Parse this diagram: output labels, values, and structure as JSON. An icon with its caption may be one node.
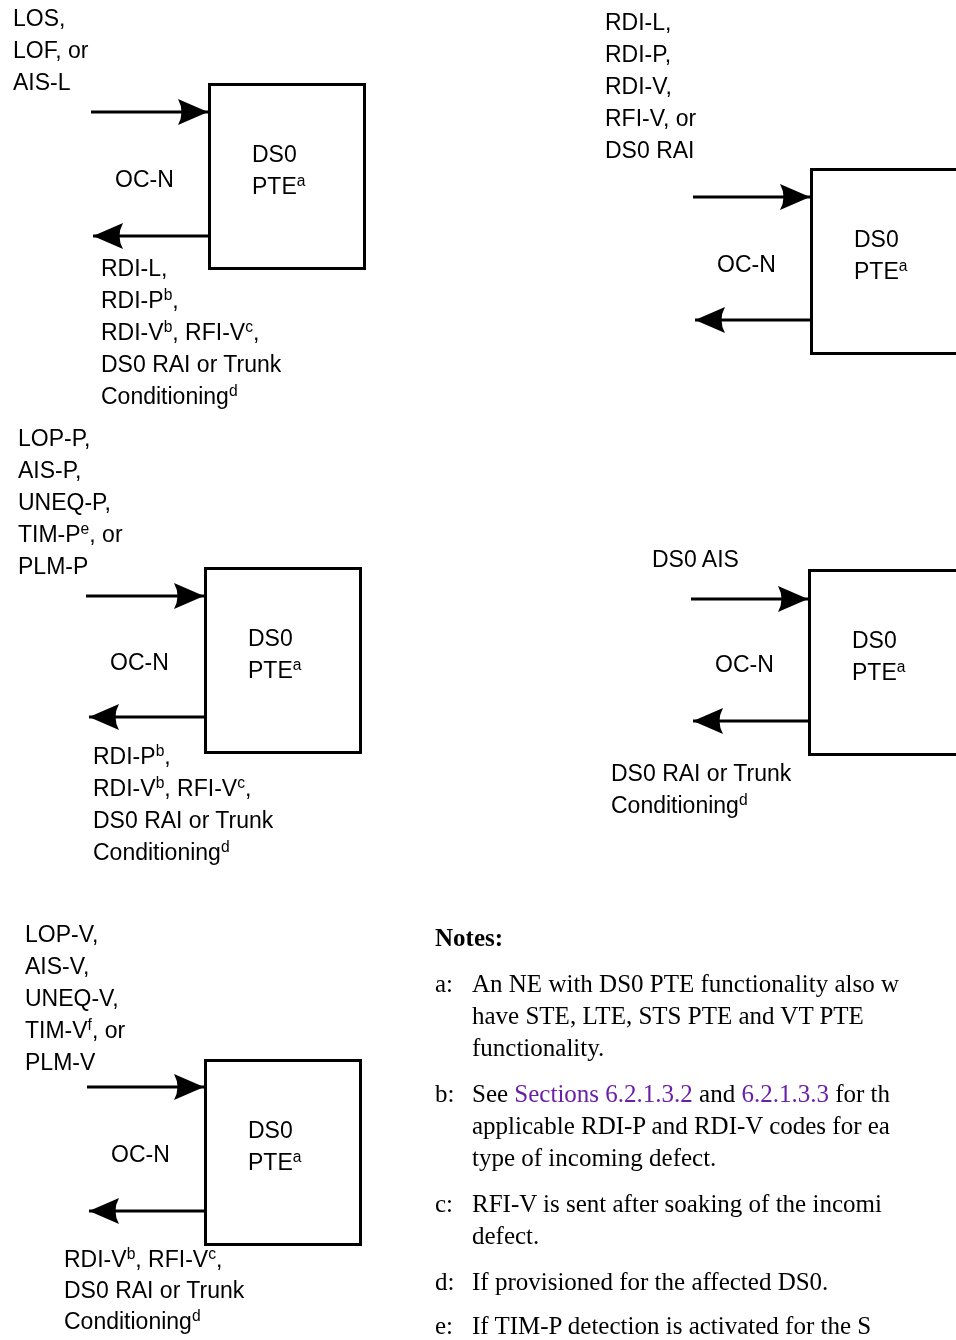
{
  "diagram": {
    "nodes": [
      {
        "text": [
          "DS0 PTE$^{a}$"
        ]
      },
      {
        "text": [
          "DS0 PTE$^{a}$"
        ]
      },
      {
        "text": [
          "DS0 PTE$^{a}$"
        ]
      },
      {
        "text": [
          "DS0 PTE$^{a}$"
        ]
      },
      {
        "text": [
          "DS0 PTE$^{a}$"
        ]
      }
    ],
    "edges": [
      {
        "from": null,
        "to": 0,
        "arrow": "to"
      },
      {
        "from": 0,
        "to": null,
        "arrow": "to"
      },
      {
        "from": null,
        "to": 1,
        "arrow": "to"
      },
      {
        "from": 1,
        "to": null,
        "arrow": "to"
      },
      {
        "from": null,
        "to": 2,
        "arrow": "to"
      },
      {
        "from": 2,
        "to": null,
        "arrow": "to"
      },
      {
        "from": null,
        "to": 3,
        "arrow": "to"
      },
      {
        "from": 3,
        "to": null,
        "arrow": "to"
      },
      {
        "from": null,
        "to": 4,
        "arrow": "to"
      },
      {
        "from": 4,
        "to": null,
        "arrow": "to"
      }
    ],
    "labels": [
      "LOS, LOF, or AIS-L",
      "OC-N",
      "RDI-L, RDI-P$^{b}$, RDI-V$^{b}$, RFI-V$^{c}$, DS0 RAI or Trunk Conditioning$^{d}$",
      "RDI-L, RDI-P, RDI-V, RFI-V, or DS0 RAI",
      "OC-N",
      "LOP-P, AIS-P, UNEQ-P, TIM-P$^{e}$, or PLM-P",
      "OC-N",
      "RDI-P$^{b}$, RDI-V$^{b}$, RFI-V$^{c}$, DS0 RAI or Trunk Conditioning$^{d}$",
      "DS0 AIS",
      "OC-N",
      "DS0 RAI or Trunk Conditioning$^{d}$",
      "LOP-V, AIS-V, UNEQ-V, TIM-V$^{f}$, or PLM-V",
      "OC-N",
      "RDI-V$^{b}$, RFI-V$^{c}$, DS0 RAI or Trunk Conditioning$^{d}$",
      "Notes:",
      "a:",
      "An NE with DS0 PTE functionality also w have STE, LTE, STS PTE and VT PTE functionality.",
      "b:",
      "See *Sections 6.2.1.3.2* and *6.2.1.3.3* for th applicable RDI-P and RDI-V codes for ea type of incoming defect.",
      "c:",
      "RFI-V is sent after soaking of the incomi defect.",
      "d:",
      "If provisioned for the affected DS0.",
      "e:",
      "If TIM-P detection is activated for the S"
    ]
  }
}
